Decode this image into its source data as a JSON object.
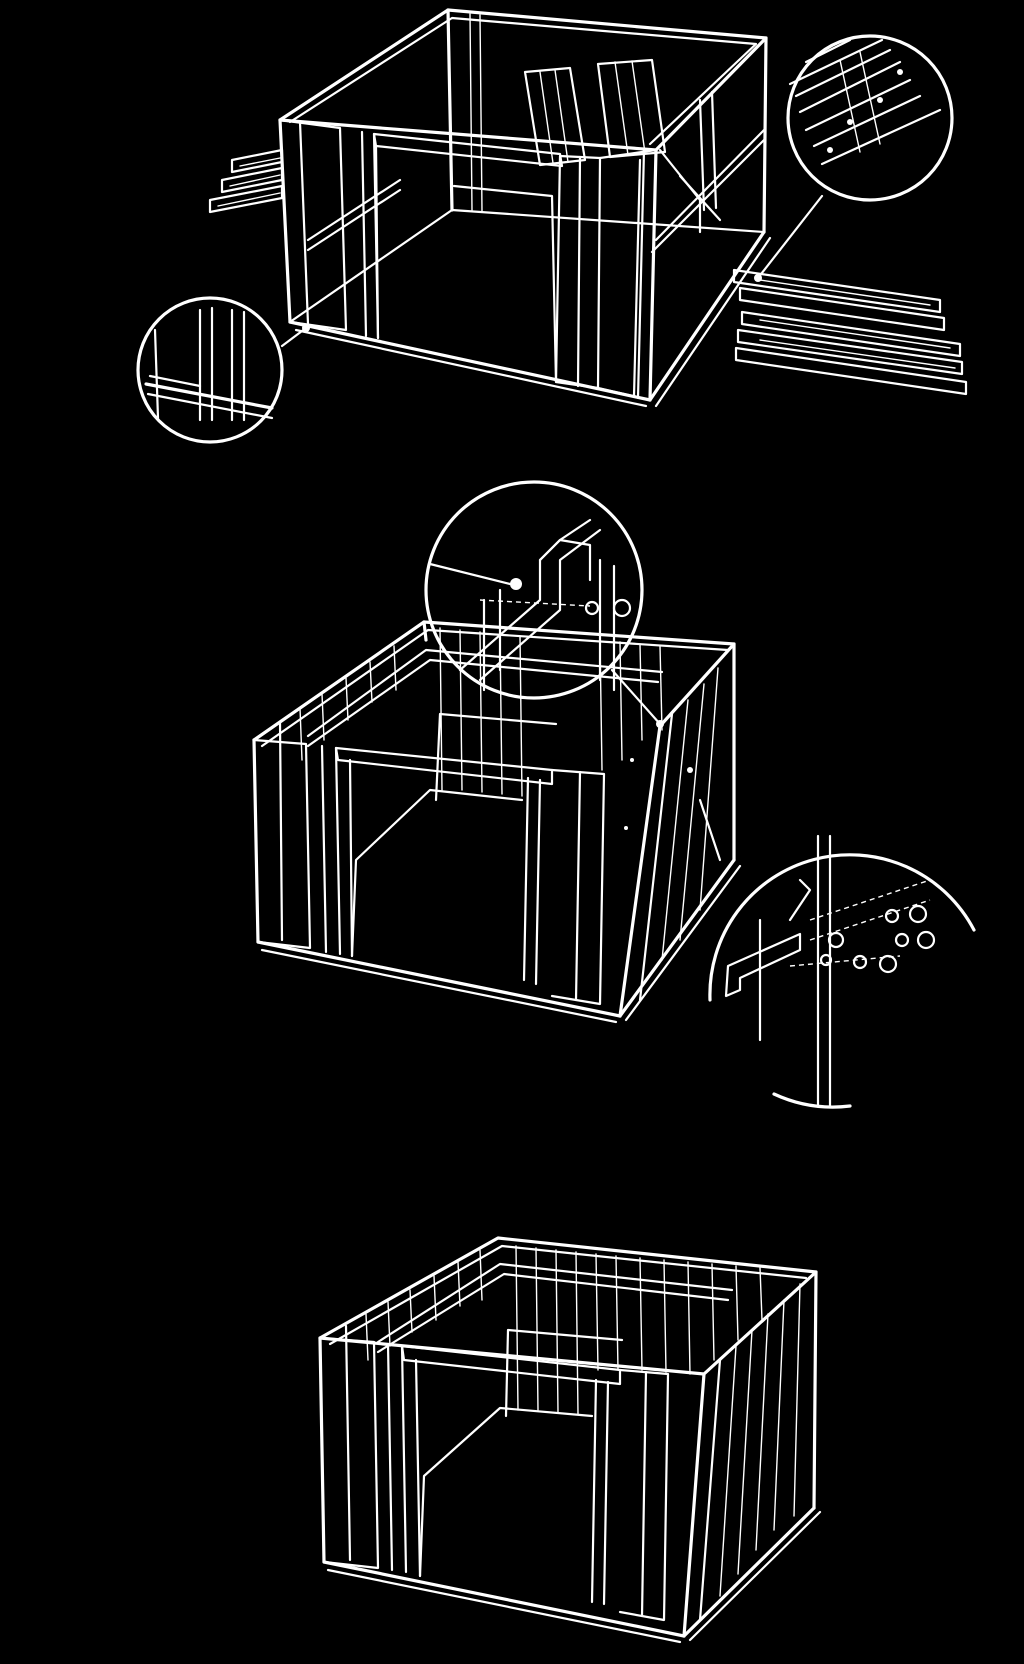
{
  "figure": {
    "colors": {
      "background": "#000000",
      "line": "#ffffff"
    },
    "steps": [
      {
        "name": "framing-with-panels",
        "details": [
          "base-rail-detail",
          "panel-stack-detail"
        ]
      },
      {
        "name": "walls-with-roof-beam",
        "details": [
          "corner-bolt-detail",
          "rail-bolt-detail"
        ]
      },
      {
        "name": "completed-walls",
        "details": []
      }
    ]
  }
}
